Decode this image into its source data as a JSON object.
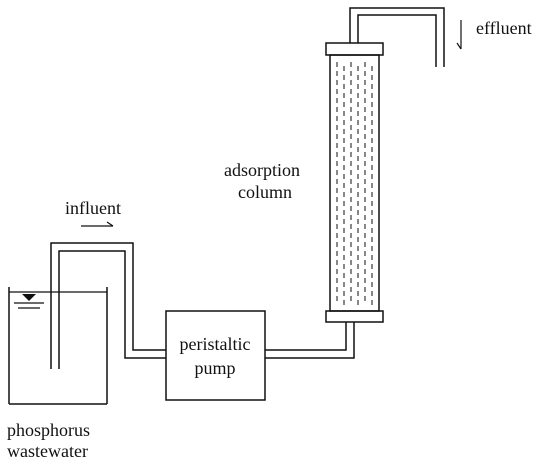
{
  "labels": {
    "effluent": "effluent",
    "influent": "influent",
    "adsorption_line1": "adsorption",
    "adsorption_line2": "column",
    "pump_line1": "peristaltic",
    "pump_line2": "pump",
    "tank_line1": "phosphorus",
    "tank_line2": "wastewater"
  },
  "colors": {
    "stroke": "#111111",
    "background": "#ffffff"
  }
}
